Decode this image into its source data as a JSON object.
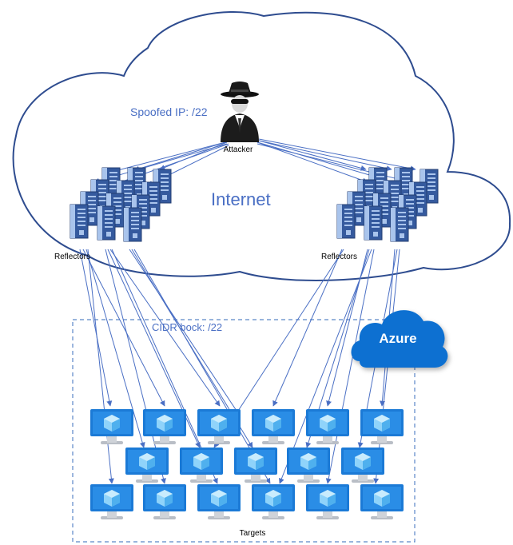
{
  "labels": {
    "spoofed_ip": "Spoofed IP: /22",
    "attacker": "Attacker",
    "internet": "Internet",
    "reflectors_left": "Reflectors",
    "reflectors_right": "Reflectors",
    "cidr_block": "CIDR bock: /22",
    "azure": "Azure",
    "targets": "Targets"
  },
  "colors": {
    "cloud_stroke": "#2e4c8f",
    "arrow": "#4a6fc4",
    "text_blue": "#4a6fc4",
    "cidr_border": "#5b86c8",
    "server_dark": "#355a9e",
    "server_light": "#a9c4ec",
    "monitor_frame": "#1b7ad6",
    "monitor_screen": "#63b5f0",
    "monitor_stand": "#cfd3d9",
    "azure_blue": "#0b6fd1"
  },
  "icons": {
    "attacker": "attacker-icon",
    "server": "server-icon",
    "target": "vm-monitor-icon",
    "azure": "azure-cloud-icon"
  }
}
